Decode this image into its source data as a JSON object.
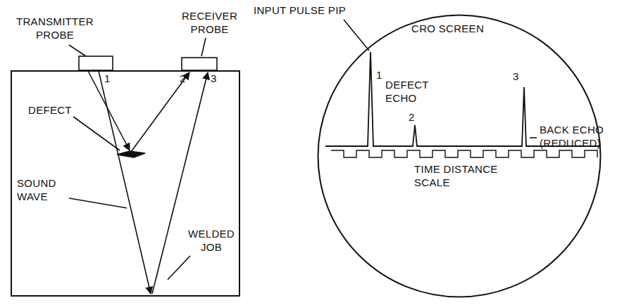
{
  "diagram": {
    "nodes": [
      {
        "text": [
          "WELDED JOB"
        ]
      },
      {
        "text": [
          "CRO SCREEN"
        ]
      }
    ],
    "labels": [
      "TRANSMITTER PROBE",
      "RECEIVER PROBE",
      "1",
      "2",
      "3",
      "DEFECT",
      "SOUND WAVE",
      "INPUT PULSE PIP",
      "1",
      "DEFECT ECHO",
      "2",
      "3",
      "BACK ECHO (REDUCED)",
      "TIME DISTANCE SCALE"
    ]
  }
}
